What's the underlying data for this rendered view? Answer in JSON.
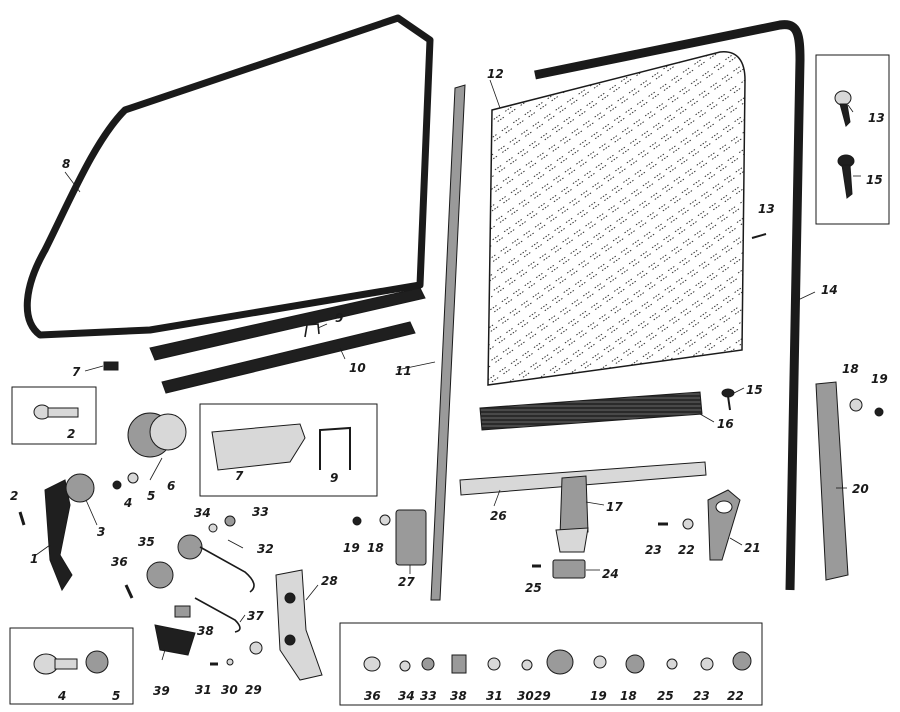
{
  "colors": {
    "ink": "#1a1a1a",
    "paper": "#ffffff"
  },
  "parts": [
    {
      "id": "p8",
      "label": "8"
    },
    {
      "id": "p7a",
      "label": "7"
    },
    {
      "id": "p2a",
      "label": "2"
    },
    {
      "id": "p2b",
      "label": "2"
    },
    {
      "id": "p9a",
      "label": "9"
    },
    {
      "id": "p10",
      "label": "10"
    },
    {
      "id": "p11",
      "label": "11"
    },
    {
      "id": "p12",
      "label": "12"
    },
    {
      "id": "p13a",
      "label": "13"
    },
    {
      "id": "p13b",
      "label": "13"
    },
    {
      "id": "p14",
      "label": "14"
    },
    {
      "id": "p15a",
      "label": "15"
    },
    {
      "id": "p15b",
      "label": "15"
    },
    {
      "id": "p16",
      "label": "16"
    },
    {
      "id": "p17",
      "label": "17"
    },
    {
      "id": "p18a",
      "label": "18"
    },
    {
      "id": "p19a",
      "label": "19"
    },
    {
      "id": "p20",
      "label": "20"
    },
    {
      "id": "p21",
      "label": "21"
    },
    {
      "id": "p22a",
      "label": "22"
    },
    {
      "id": "p23a",
      "label": "23"
    },
    {
      "id": "p24",
      "label": "24"
    },
    {
      "id": "p25a",
      "label": "25"
    },
    {
      "id": "p26",
      "label": "26"
    },
    {
      "id": "p27",
      "label": "27"
    },
    {
      "id": "p28",
      "label": "28"
    },
    {
      "id": "p18b",
      "label": "18"
    },
    {
      "id": "p19b",
      "label": "19"
    },
    {
      "id": "p7b",
      "label": "7"
    },
    {
      "id": "p9b",
      "label": "9"
    },
    {
      "id": "p1",
      "label": "1"
    },
    {
      "id": "p3",
      "label": "3"
    },
    {
      "id": "p4a",
      "label": "4"
    },
    {
      "id": "p5a",
      "label": "5"
    },
    {
      "id": "p6",
      "label": "6"
    },
    {
      "id": "p34a",
      "label": "34"
    },
    {
      "id": "p33a",
      "label": "33"
    },
    {
      "id": "p32",
      "label": "32"
    },
    {
      "id": "p35",
      "label": "35"
    },
    {
      "id": "p36a",
      "label": "36"
    },
    {
      "id": "p37",
      "label": "37"
    },
    {
      "id": "p38a",
      "label": "38"
    },
    {
      "id": "p39",
      "label": "39"
    },
    {
      "id": "p31a",
      "label": "31"
    },
    {
      "id": "p30a",
      "label": "30"
    },
    {
      "id": "p29a",
      "label": "29"
    },
    {
      "id": "p4b",
      "label": "4"
    },
    {
      "id": "p5b",
      "label": "5"
    },
    {
      "id": "p36b",
      "label": "36"
    },
    {
      "id": "p34b",
      "label": "34"
    },
    {
      "id": "p33b",
      "label": "33"
    },
    {
      "id": "p38b",
      "label": "38"
    },
    {
      "id": "p31b",
      "label": "31"
    },
    {
      "id": "p30b",
      "label": "30"
    },
    {
      "id": "p29b",
      "label": "29"
    },
    {
      "id": "p19c",
      "label": "19"
    },
    {
      "id": "p18c",
      "label": "18"
    },
    {
      "id": "p25b",
      "label": "25"
    },
    {
      "id": "p23b",
      "label": "23"
    },
    {
      "id": "p22b",
      "label": "22"
    }
  ]
}
